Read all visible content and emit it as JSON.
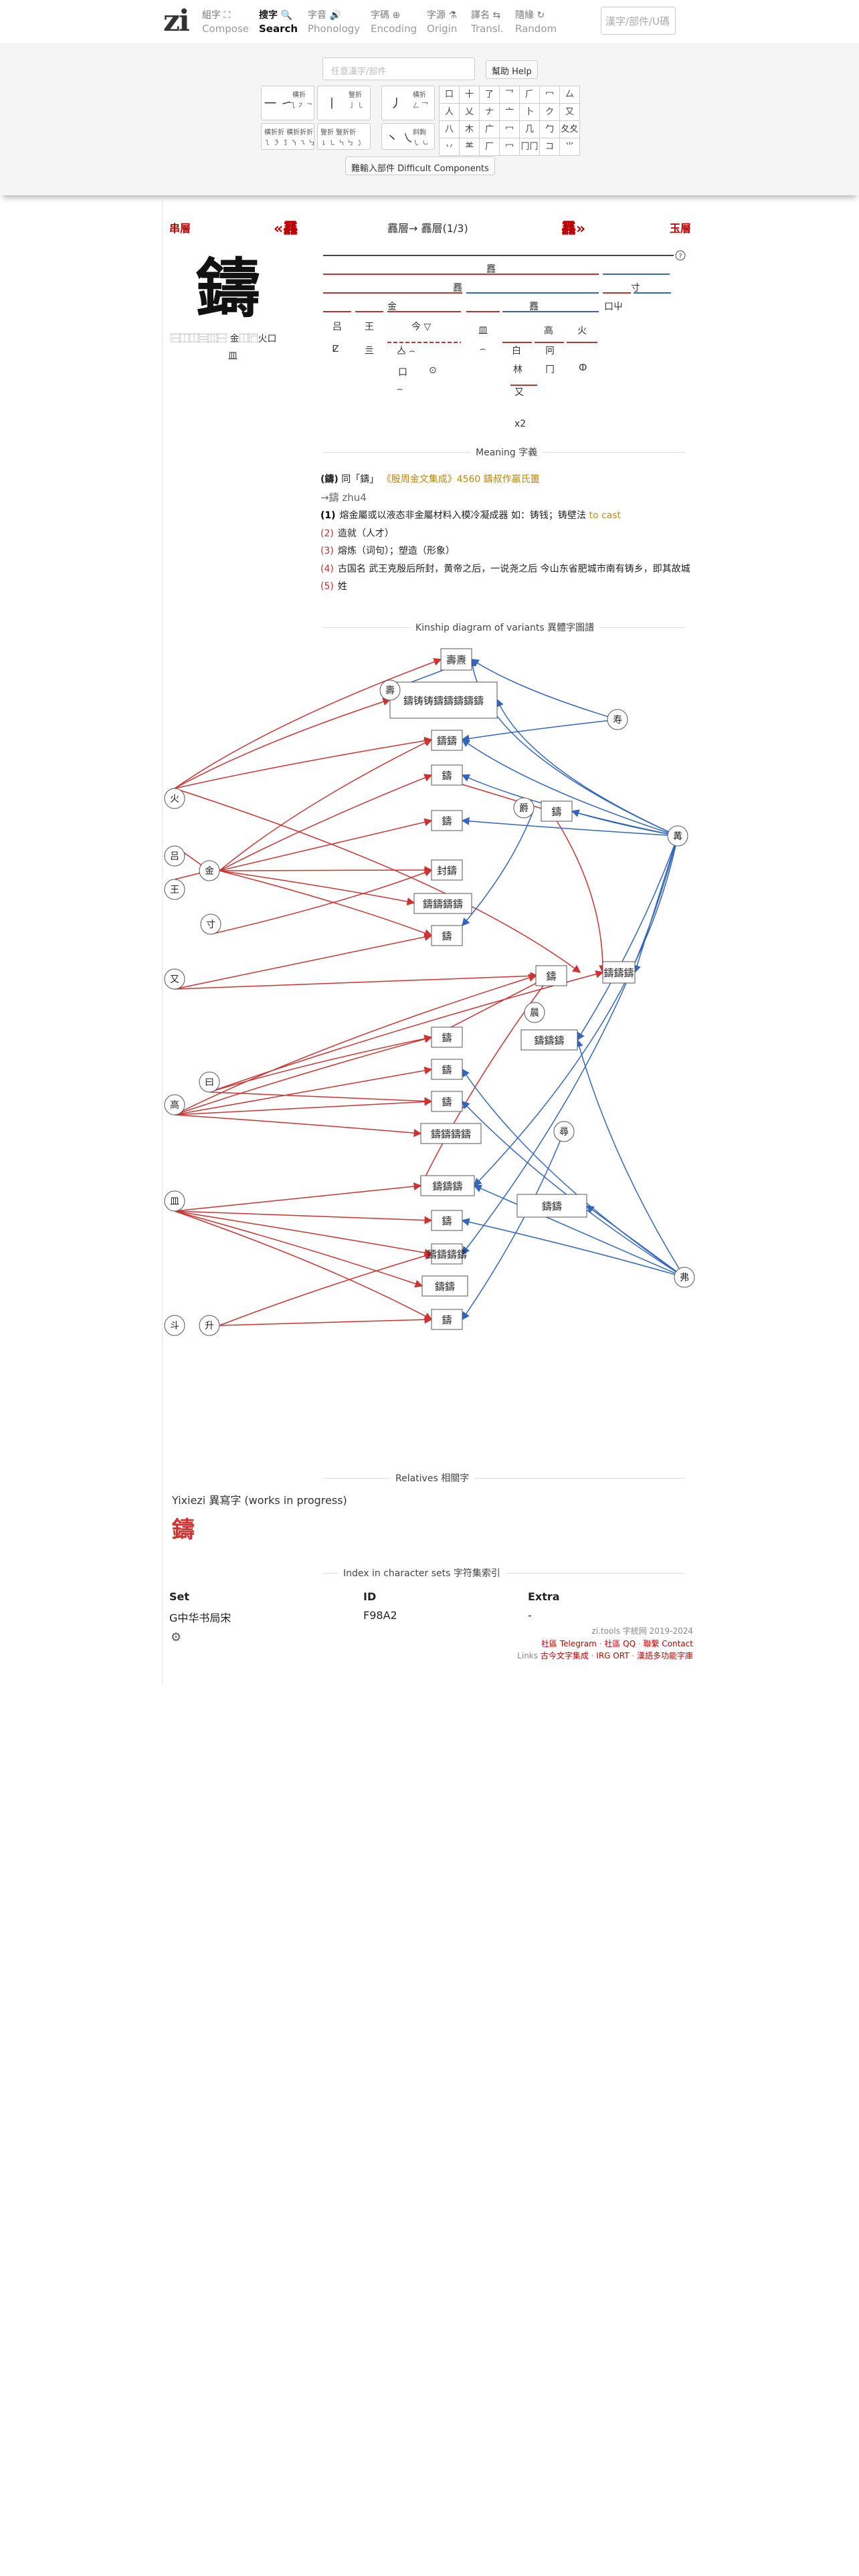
{
  "nav": {
    "logo": "zi",
    "items": [
      {
        "zh": "組字 ⛶",
        "en": "Compose"
      },
      {
        "zh": "搜字 🔍",
        "en": "Search",
        "active": true
      },
      {
        "zh": "字音 🔊",
        "en": "Phonology"
      },
      {
        "zh": "字碼 ⊕",
        "en": "Encoding"
      },
      {
        "zh": "字源 ⚗",
        "en": "Origin"
      },
      {
        "zh": "譯名 ⇆",
        "en": "Transl."
      },
      {
        "zh": "隨緣 ↻",
        "en": "Random"
      }
    ],
    "search_placeholder": "漢字/部件/U碼"
  },
  "panel": {
    "input_placeholder": "任意漢字/部件",
    "help_button": "幫助 Help",
    "difficult_button": "難輸入部件 Difficult Components",
    "strokes": {
      "heng": "一 ㇀",
      "heng_label": "橫折",
      "heng_sub": "⺄ ㇇ ㇖",
      "shu": "丨",
      "shu_label": "豎折",
      "shu_sub": "亅 ㇄",
      "pie": "丿",
      "pie_label": "橫折",
      "pie_sub": "𠃋 ⺂",
      "hzw_label": "橫折折 橫折折折",
      "hzw_sub": "㇅ ㇋ ㇌ ㇎ ㇍ ㇉",
      "szz_label": "豎折  豎折折",
      "szz_sub": "㇙ ㇗ ㇞ ㇉ ㇁",
      "dian": "丶 ㇏",
      "dian_label": "斜鉤",
      "dian_sub": "㇂ ㇃"
    },
    "grid": [
      "口",
      "十",
      "了",
      "乛",
      "⺁",
      "冖",
      "厶",
      "人",
      "乂",
      "ナ",
      "亠",
      "卜",
      "ク",
      "又",
      "八",
      "木",
      "广",
      "冖",
      "几",
      "勹",
      "夂夊",
      "丷",
      "⺷",
      "厂",
      "冖",
      "冂冂",
      "コ",
      "⺌"
    ]
  },
  "page": {
    "prev_far": "串層",
    "prev": "«䨺",
    "current": "䨺層→ 䨺層(1/3)",
    "next": "䨺»",
    "next_far": "玉層",
    "char": "鑄",
    "ids_line1": "⿱⿰⿰⿳⿲⿱ 金⿰⿸火口",
    "ids_line2": "皿"
  },
  "decomp": {
    "top": "䨺",
    "row2": [
      "䨺",
      "寸"
    ],
    "row3": [
      "金",
      "䨺",
      "口屮"
    ],
    "row4": [
      "吕",
      "王",
      "今 ▽",
      "皿",
      "高",
      "火"
    ],
    "row5": [
      "ⵇ",
      "亖",
      "亼 ⌢",
      "⌢",
      "白",
      "冋",
      "ⵀ"
    ],
    "row6": [
      "口",
      "⊙",
      "林",
      "冂"
    ],
    "row7": [
      "⌢",
      "又"
    ],
    "row8": [
      "x2"
    ]
  },
  "meaning": {
    "title": "Meaning 字義",
    "tag": "(鑄)",
    "line1": "同「鑄」",
    "source": "《殷周金文集成》4560 鑄叔作嬴氏簠",
    "phonetic": "→鑄 zhu4",
    "defs": [
      {
        "n": "(1)",
        "text": "熔金屬或以液态非金屬材料入模冷凝成器 如：铸钱；铸壁法",
        "en": "to cast"
      },
      {
        "n": "(2)",
        "text": "造就（人才）"
      },
      {
        "n": "(3)",
        "text": "熔炼（词句）；塑造（形象）"
      },
      {
        "n": "(4)",
        "text": "古国名 武王克殷后所封，黄帝之后，一说尧之后 今山东省肥城市南有铸乡，即其故城"
      },
      {
        "n": "(5)",
        "text": "姓"
      }
    ]
  },
  "kinship": {
    "title": "Kinship diagram of variants 異體字圖譜",
    "nodes": [
      "壽燾",
      "鑄铸铸鑄鑄鑄鑄鑄",
      "鑄鑄",
      "鑄",
      "鑄",
      "鑄",
      "封鑄",
      "鑄鑄鑄鑄",
      "鑄",
      "鑄",
      "鑄",
      "鑄鑄鑄",
      "鑄",
      "鑄",
      "鑄鑄鑄鑄",
      "鑄鑄鑄",
      "鑄鑄",
      "鑄",
      "鑄鑄鑄鑄",
      "鑄鑄",
      "鑄鑄鑄",
      "鑄"
    ],
    "radicals": [
      "火",
      "吕",
      "王",
      "金",
      "寸",
      "又",
      "高",
      "皿",
      "斗",
      "升",
      "曰",
      "壽",
      "寿",
      "冓",
      "爵",
      "晨",
      "尋",
      "弗"
    ]
  },
  "relatives": {
    "title": "Relatives 相關字",
    "body": "Yixiezi 異寫字 (works in progress)",
    "char": "鑄"
  },
  "index": {
    "title": "Index in character sets 字符集索引",
    "headers": [
      "Set",
      "ID",
      "Extra"
    ],
    "values": [
      "G中华书局宋",
      "F98A2",
      "-"
    ]
  },
  "footer": {
    "copy": "zi.tools 字統网 2019-2024",
    "links1": [
      "社區 Telegram",
      "社區 QQ",
      "聯繫 Contact"
    ],
    "links2": [
      "古今文字集成",
      "IRG ORT",
      "漢語多功能字庫"
    ],
    "prefix": "Links"
  },
  "colors": {
    "accent": "#b00000",
    "blue": "#3366bb",
    "red": "#cc3333",
    "gold": "#b8860b"
  }
}
